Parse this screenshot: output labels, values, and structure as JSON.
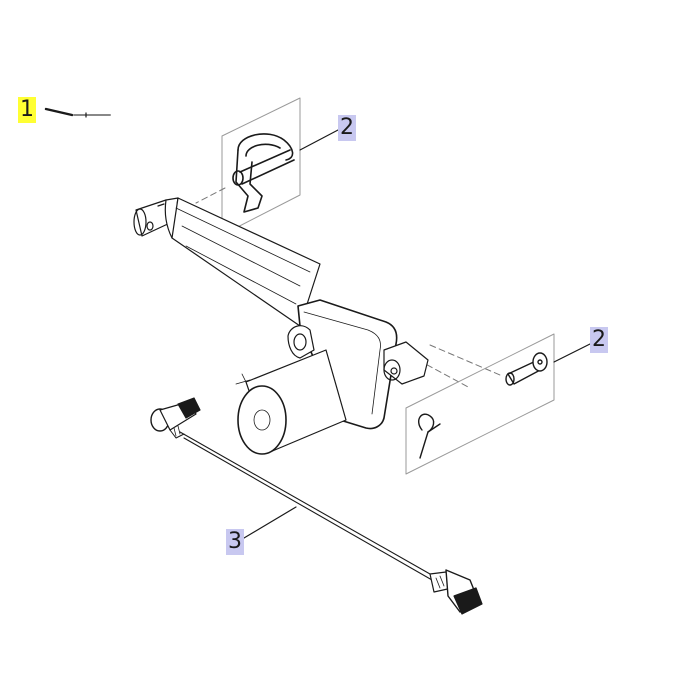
{
  "colors": {
    "highlight_yellow": "#ffff33",
    "highlight_lavender": "#c8c8f0",
    "line": "#1a1a1a",
    "panel_border": "#9a9a9a"
  },
  "callouts": {
    "item_1": {
      "label": "1",
      "highlight": "yellow"
    },
    "item_2_upper": {
      "label": "2",
      "highlight": "lavender"
    },
    "item_2_lower": {
      "label": "2",
      "highlight": "lavender"
    },
    "item_3": {
      "label": "3",
      "highlight": "lavender"
    }
  }
}
